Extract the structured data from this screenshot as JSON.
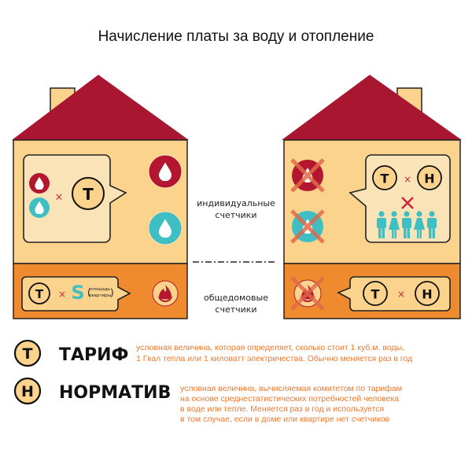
{
  "title": "Начисление платы за воду и отопление",
  "colors": {
    "roof": "#a8172f",
    "house_upper": "#fbd38c",
    "house_lower": "#ef8a2f",
    "bubble": "#fbe3b8",
    "water_hot": "#b3162e",
    "water_cold": "#3fbfc3",
    "text_accent": "#f0782c",
    "cross": "#e06a4a"
  },
  "middle_labels": {
    "individual_line1": "индивидуальные",
    "individual_line2": "счетчики",
    "common_line1": "общедомовые",
    "common_line2": "счетчики"
  },
  "formula": {
    "tariff_letter": "T",
    "norm_letter": "H",
    "times": "×",
    "area_letter": "S",
    "area_note_line1": "площадь",
    "area_note_line2": "квартиры"
  },
  "icons": [
    "hot-water-drop-icon",
    "cold-water-drop-icon",
    "heating-flame-icon",
    "people-icon",
    "cross-icon"
  ],
  "legend": [
    {
      "letter": "T",
      "term": "ТАРИФ",
      "description": [
        "условная величина, которая определяет, сколько стоит 1 куб.м. воды,",
        "1 Гкал тепла или 1 киловатт электричества. Обычно меняется раз в год"
      ]
    },
    {
      "letter": "H",
      "term": "НОРМАТИВ",
      "description": [
        "условная величина, вычисляемая комитетом по тарифам",
        "на основе среднестатистических потребностей человека",
        "в воде или тепле. Меняется раз в год и используется",
        "в том случае, если в доме или квартире нет счетчиков"
      ]
    }
  ]
}
